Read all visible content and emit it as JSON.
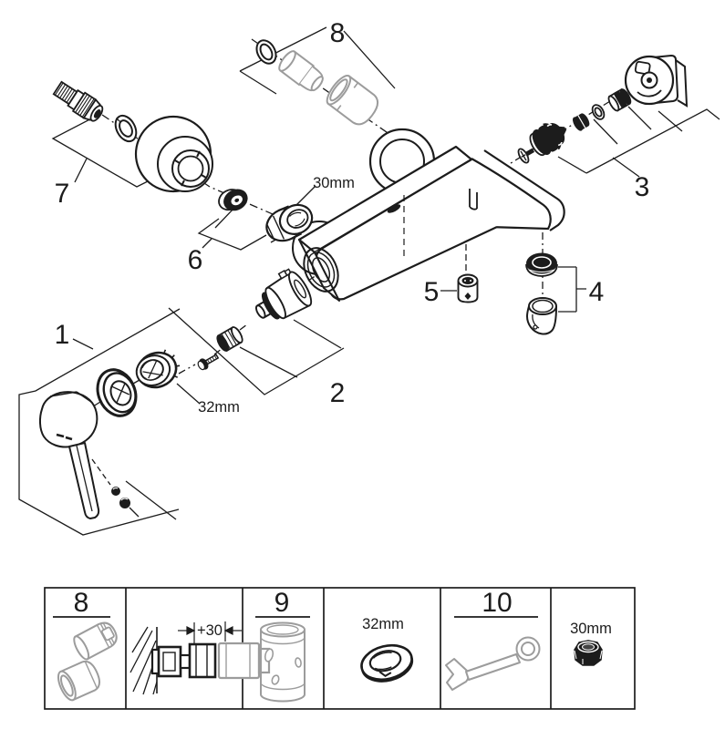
{
  "figure": {
    "kind": "exploded-parts-diagram",
    "callouts": {
      "c1": "1",
      "c2": "2",
      "c3": "3",
      "c4": "4",
      "c5": "5",
      "c6": "6",
      "c7": "7",
      "c8": "8"
    },
    "dimensions": {
      "union_nut": "30mm",
      "handle_ring": "32mm"
    },
    "panel": {
      "cells": [
        {
          "label": "8"
        },
        {
          "label": "+30"
        },
        {
          "label": "9"
        },
        {
          "label": "32mm"
        },
        {
          "label": "10"
        },
        {
          "label": "30mm"
        }
      ]
    },
    "colors": {
      "line": "#1c1c1c",
      "accessory": "#9c9c9c",
      "background": "#ffffff"
    }
  }
}
